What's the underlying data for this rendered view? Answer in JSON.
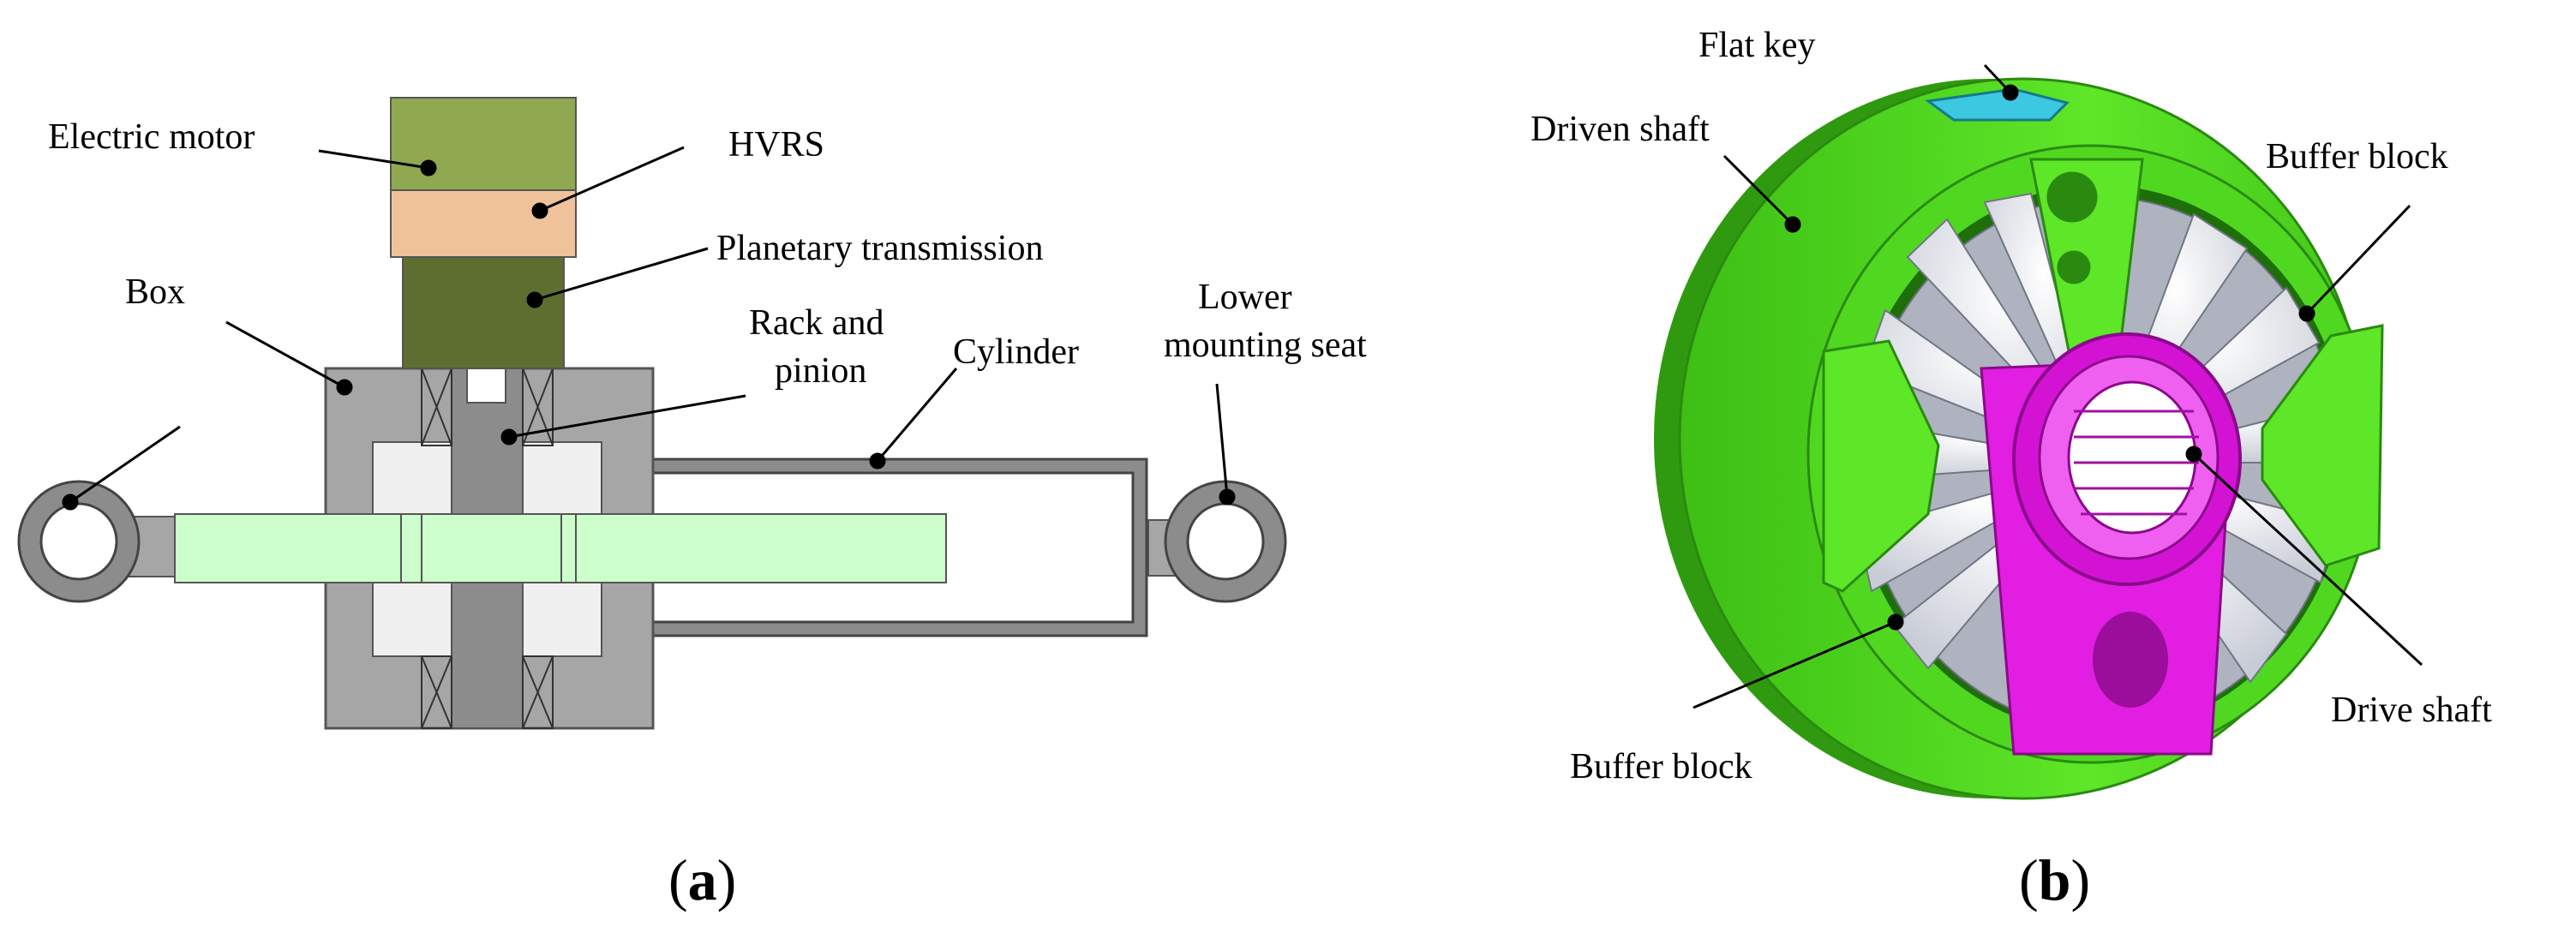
{
  "figure_a": {
    "labels": {
      "electric_motor": "Electric motor",
      "hvrs": "HVRS",
      "planetary_transmission": "Planetary transmission",
      "box": "Box",
      "rack_and_pinion_line1": "Rack and",
      "rack_and_pinion_line2": "pinion",
      "cylinder": "Cylinder",
      "lower_mounting_seat_line1": "Lower",
      "lower_mounting_seat_line2": "mounting seat"
    },
    "caption": {
      "open": "(",
      "letter": "a",
      "close": ")"
    },
    "colors": {
      "motor": "#90a850",
      "hvrs": "#f0c29a",
      "transmission": "#5e6e30",
      "box": "#a6a6a6",
      "rack": "#ccffcc",
      "cylinder": "#8c8c8c"
    }
  },
  "figure_b": {
    "labels": {
      "flat_key": "Flat key",
      "driven_shaft": "Driven shaft",
      "buffer_block_top": "Buffer block",
      "drive_shaft": "Drive shaft",
      "buffer_block_bottom": "Buffer block"
    },
    "caption": {
      "open": "(",
      "letter": "b",
      "close": ")"
    },
    "colors": {
      "driven_shaft": "#55e021",
      "drive_shaft": "#e21ee2",
      "buffer_block": "#e6e8ee",
      "flat_key": "#3cc8e0"
    }
  }
}
